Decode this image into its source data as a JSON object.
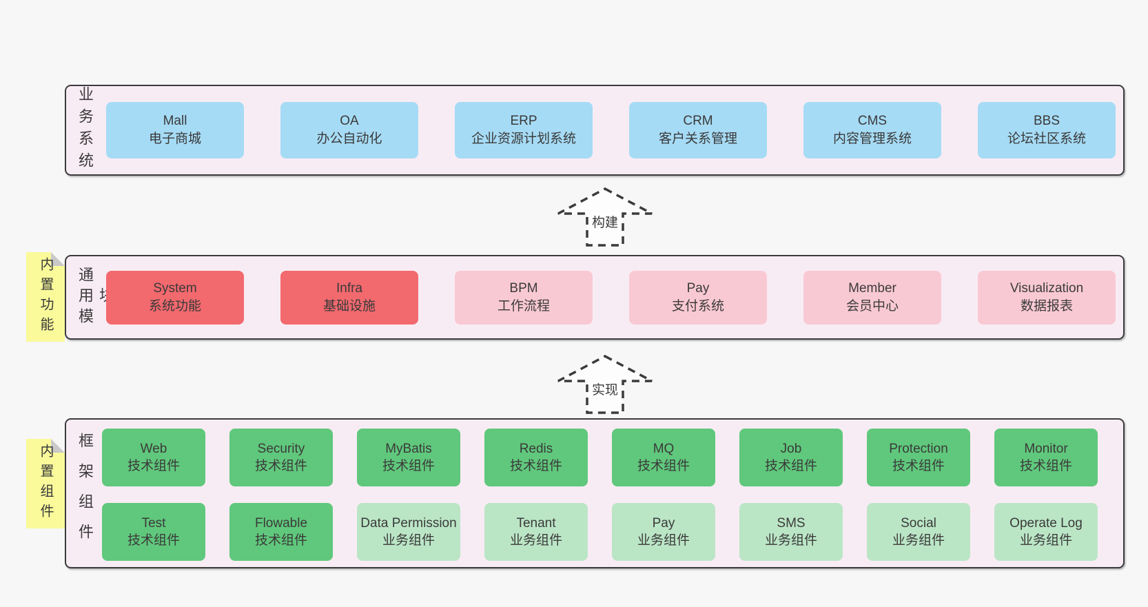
{
  "colors": {
    "page_background": "#f7f7f7",
    "container_background": "#f8ecf4",
    "border": "#3b3b3b",
    "blue_box": "#a6dbf5",
    "red_box": "#f2696e",
    "pink_box": "#f9c9d3",
    "green_box": "#60c87c",
    "light_green_box": "#bbe6c6",
    "sticky_yellow": "#fafa9b",
    "text": "#3a3a3a"
  },
  "sections": {
    "business": {
      "label": "业务系统",
      "boxes": [
        {
          "title": "Mall",
          "subtitle": "电子商城",
          "variant": "blue"
        },
        {
          "title": "OA",
          "subtitle": "办公自动化",
          "variant": "blue"
        },
        {
          "title": "ERP",
          "subtitle": "企业资源计划系统",
          "variant": "blue"
        },
        {
          "title": "CRM",
          "subtitle": "客户关系管理",
          "variant": "blue"
        },
        {
          "title": "CMS",
          "subtitle": "内容管理系统",
          "variant": "blue"
        },
        {
          "title": "BBS",
          "subtitle": "论坛社区系统",
          "variant": "blue"
        }
      ]
    },
    "modules": {
      "label": "通用模块",
      "sticky": "内置功能",
      "boxes": [
        {
          "title": "System",
          "subtitle": "系统功能",
          "variant": "red"
        },
        {
          "title": "Infra",
          "subtitle": "基础设施",
          "variant": "red"
        },
        {
          "title": "BPM",
          "subtitle": "工作流程",
          "variant": "pink"
        },
        {
          "title": "Pay",
          "subtitle": "支付系统",
          "variant": "pink"
        },
        {
          "title": "Member",
          "subtitle": "会员中心",
          "variant": "pink"
        },
        {
          "title": "Visualization",
          "subtitle": "数据报表",
          "variant": "pink"
        }
      ]
    },
    "components": {
      "label": "框架组件",
      "sticky": "内置组件",
      "row1": [
        {
          "title": "Web",
          "subtitle": "技术组件",
          "variant": "green"
        },
        {
          "title": "Security",
          "subtitle": "技术组件",
          "variant": "green"
        },
        {
          "title": "MyBatis",
          "subtitle": "技术组件",
          "variant": "green"
        },
        {
          "title": "Redis",
          "subtitle": "技术组件",
          "variant": "green"
        },
        {
          "title": "MQ",
          "subtitle": "技术组件",
          "variant": "green"
        },
        {
          "title": "Job",
          "subtitle": "技术组件",
          "variant": "green"
        },
        {
          "title": "Protection",
          "subtitle": "技术组件",
          "variant": "green"
        },
        {
          "title": "Monitor",
          "subtitle": "技术组件",
          "variant": "green"
        }
      ],
      "row2": [
        {
          "title": "Test",
          "subtitle": "技术组件",
          "variant": "green"
        },
        {
          "title": "Flowable",
          "subtitle": "技术组件",
          "variant": "green"
        },
        {
          "title": "Data Permission",
          "subtitle": "业务组件",
          "variant": "lightgreen"
        },
        {
          "title": "Tenant",
          "subtitle": "业务组件",
          "variant": "lightgreen"
        },
        {
          "title": "Pay",
          "subtitle": "业务组件",
          "variant": "lightgreen"
        },
        {
          "title": "SMS",
          "subtitle": "业务组件",
          "variant": "lightgreen"
        },
        {
          "title": "Social",
          "subtitle": "业务组件",
          "variant": "lightgreen"
        },
        {
          "title": "Operate Log",
          "subtitle": "业务组件",
          "variant": "lightgreen"
        }
      ]
    }
  },
  "arrows": {
    "build": {
      "label": "构建"
    },
    "implement": {
      "label": "实现"
    }
  }
}
